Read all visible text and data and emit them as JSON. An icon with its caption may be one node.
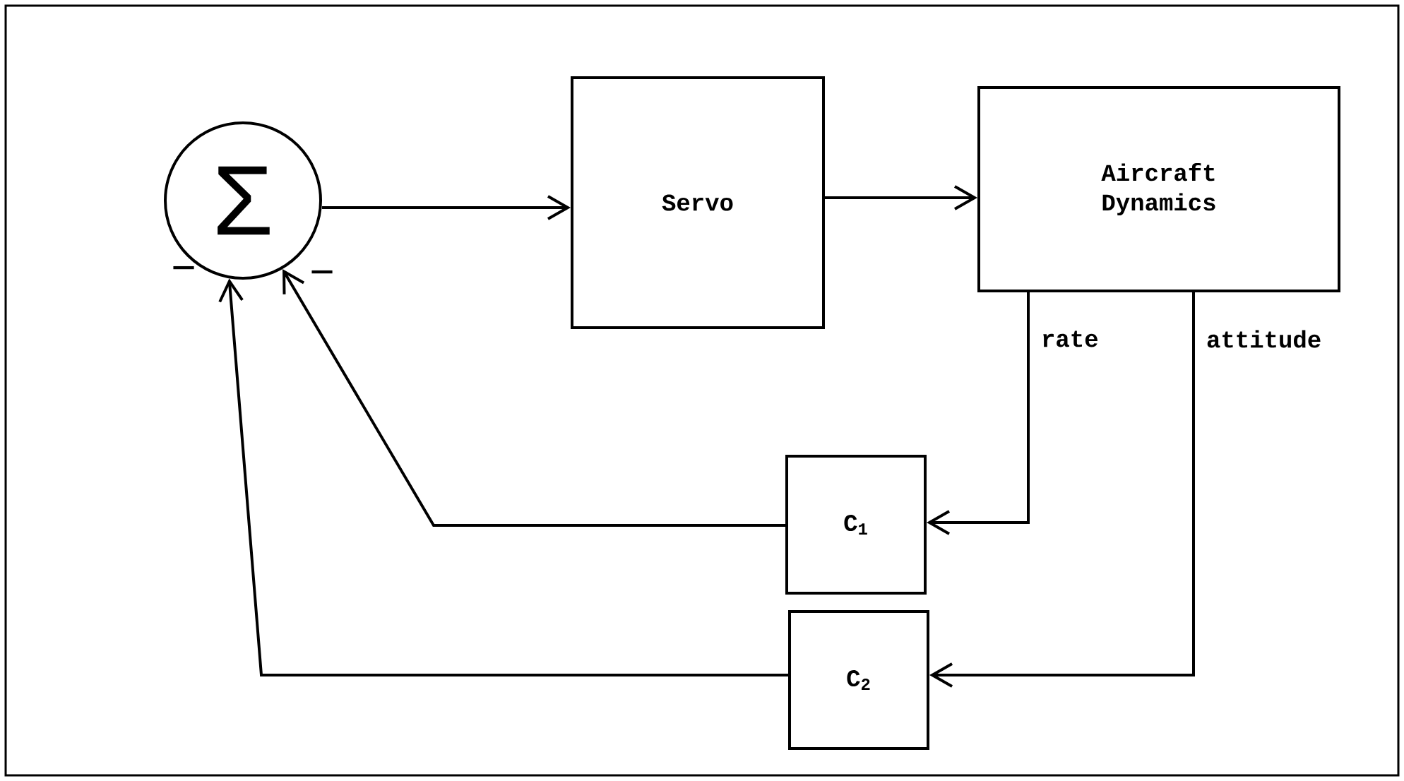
{
  "diagram": {
    "nodes": [
      {
        "text": [
          "Σ"
        ]
      },
      {
        "text": [
          "Servo"
        ]
      },
      {
        "text": [
          "Aircraft Dynamics"
        ]
      },
      {
        "text": [
          "C$_{1}$"
        ]
      },
      {
        "text": [
          "C$_{2}$"
        ]
      }
    ],
    "edges": [
      {
        "from": 0,
        "to": 1,
        "arrow": "to"
      },
      {
        "from": 1,
        "to": 2,
        "arrow": "to"
      },
      {
        "from": 2,
        "to": 3,
        "arrow": "to",
        "label": "rate"
      },
      {
        "from": 2,
        "to": 4,
        "arrow": "to",
        "label": "attitude"
      },
      {
        "from": 3,
        "to": 0,
        "arrow": "to"
      },
      {
        "from": 4,
        "to": 0,
        "arrow": "to"
      }
    ],
    "labels": [
      "−",
      "−"
    ]
  }
}
